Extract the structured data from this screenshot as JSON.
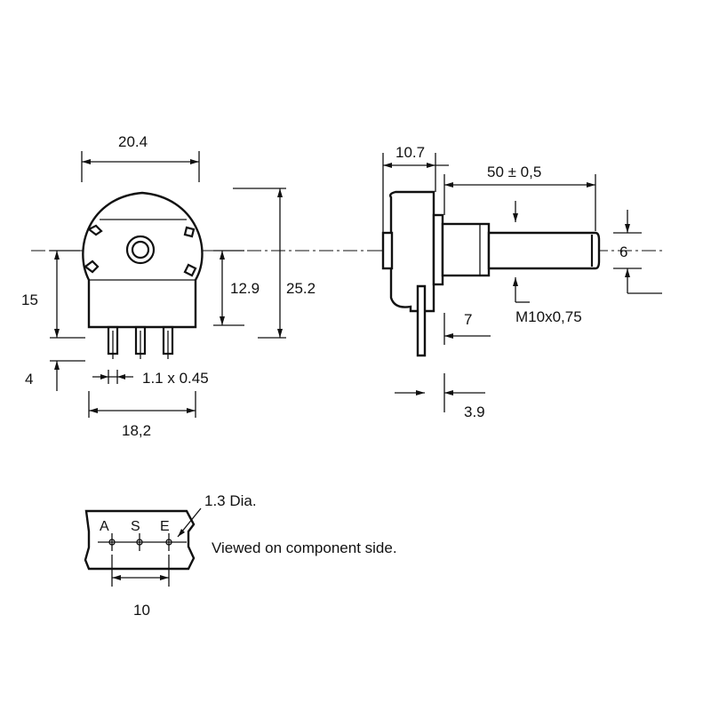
{
  "front_view": {
    "width_top": "20.4",
    "height_to_center": "15",
    "pin_length": "4",
    "pin_size": "1.1 x 0.45",
    "pin_span": "18,2",
    "center_height": "12.9",
    "total_height": "25.2"
  },
  "side_view": {
    "body_depth": "10.7",
    "shaft_length": "50 ± 0,5",
    "shaft_diameter": "6",
    "thread": "M10x0,75",
    "bushing_length": "7",
    "bracket_thickness": "3.9"
  },
  "pcb_view": {
    "hole_diameter": "1.3 Dia.",
    "pins": [
      "A",
      "S",
      "E"
    ],
    "note": "Viewed on component side.",
    "pin_pitch": "10"
  }
}
